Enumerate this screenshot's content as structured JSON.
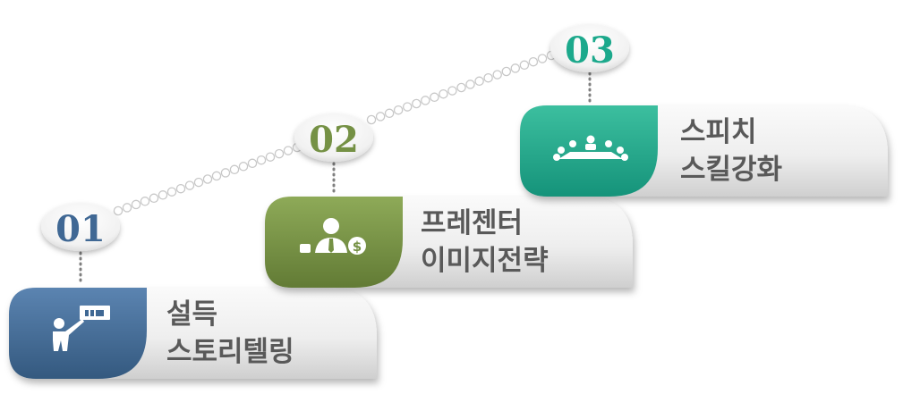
{
  "steps": [
    {
      "number": "01",
      "line1": "설득",
      "line2": "스토리텔링",
      "icon": "presenter-icon",
      "color": "#3f6894",
      "color_light": "#6d95bf"
    },
    {
      "number": "02",
      "line1": "프레젠터",
      "line2": "이미지전략",
      "icon": "businessman-money-icon",
      "color": "#759144",
      "color_light": "#a2bb72"
    },
    {
      "number": "03",
      "line1": "스피치",
      "line2": "스킬강화",
      "icon": "meeting-table-icon",
      "color": "#1fa98c",
      "color_light": "#5cccb1"
    }
  ]
}
